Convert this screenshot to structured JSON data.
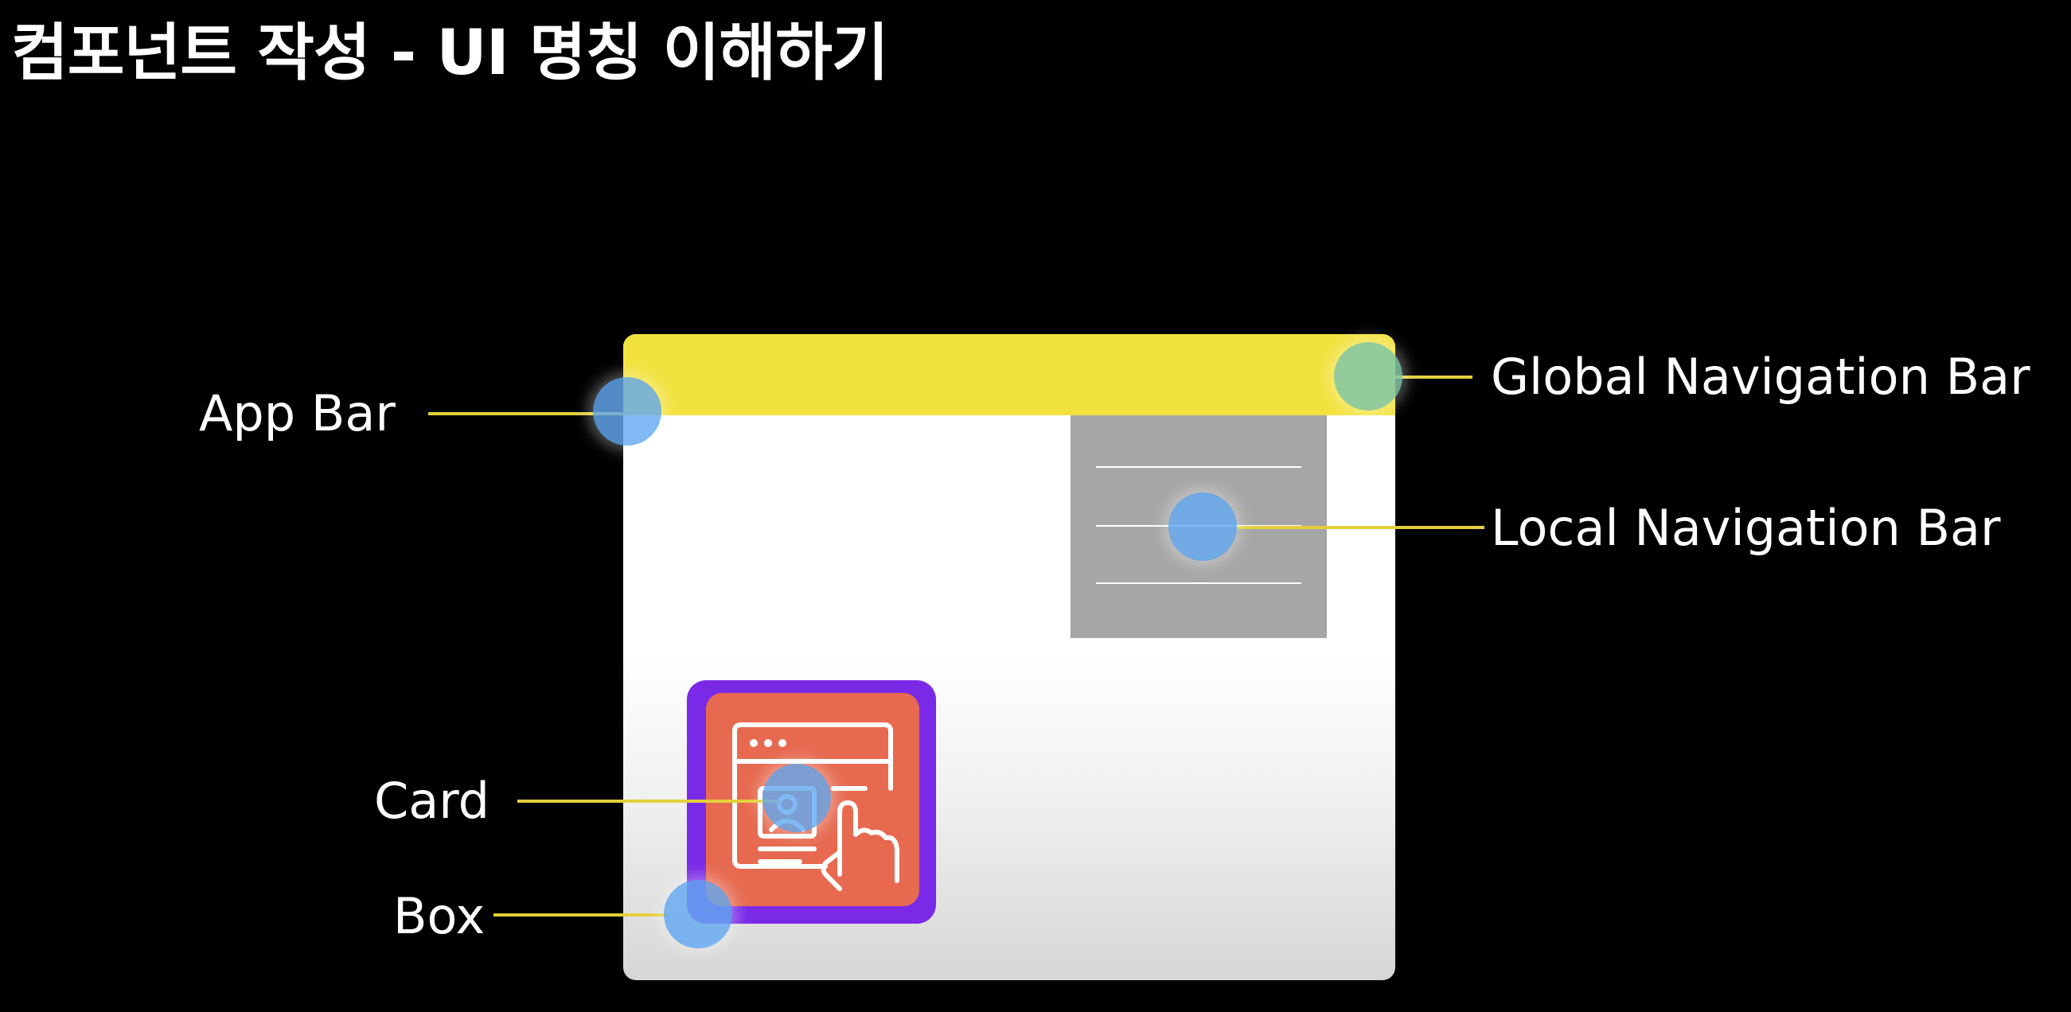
{
  "title": "컴포넌트 작성 - UI 명칭 이해하기",
  "labels": {
    "app_bar": "App Bar",
    "global_nav": "Global Navigation Bar",
    "local_nav": "Local Navigation Bar",
    "card": "Card",
    "box": "Box"
  },
  "colors": {
    "background": "#000000",
    "app_bar": "#f2e23e",
    "local_nav": "#a6a6a6",
    "box": "#7a2ae6",
    "card": "#e76a50",
    "connector": "#e3cf3c",
    "marker": "#64aaf0"
  },
  "icons": {
    "card_icon": "web-page-profile-touch-icon"
  }
}
